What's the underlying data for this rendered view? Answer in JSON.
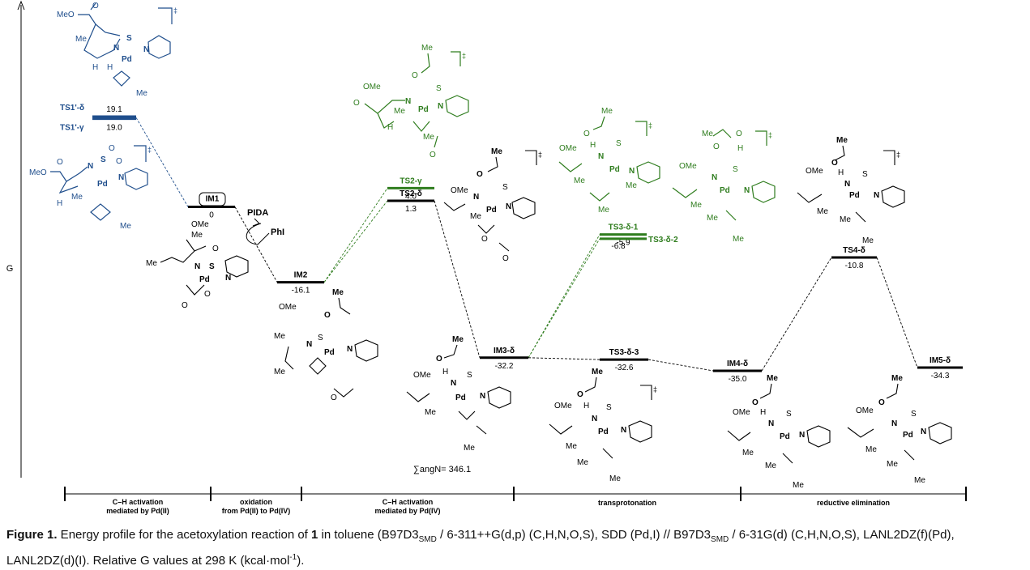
{
  "chart_data": {
    "type": "energy-profile",
    "ylabel": "G",
    "ylim": [
      -40,
      24
    ],
    "states": [
      {
        "label": "TS1'-δ",
        "value": 19.1,
        "value_text": "19.1",
        "color": "#1f4e8c"
      },
      {
        "label": "TS1'-γ",
        "value": 19.0,
        "value_text": "19.0",
        "color": "#1f4e8c"
      },
      {
        "label": "IM1",
        "value": 0,
        "value_text": "0",
        "color": "#000000"
      },
      {
        "label": "IM2",
        "value": -16.1,
        "value_text": "-16.1",
        "color": "#000000"
      },
      {
        "label": "TS2-γ",
        "value": 4.0,
        "value_text": "4.0",
        "color": "#2f7d1e"
      },
      {
        "label": "TS2-δ",
        "value": 1.3,
        "value_text": "1.3",
        "color": "#000000"
      },
      {
        "label": "IM3-δ",
        "value": -32.2,
        "value_text": "-32.2",
        "color": "#000000"
      },
      {
        "label": "TS3-δ-1",
        "value": -5.9,
        "value_text": "-5.9",
        "color": "#2f7d1e"
      },
      {
        "label": "TS3-δ-2",
        "value": -6.8,
        "value_text": "-6.8",
        "color": "#2f7d1e"
      },
      {
        "label": "TS3-δ-3",
        "value": -32.6,
        "value_text": "-32.6",
        "color": "#000000"
      },
      {
        "label": "IM4-δ",
        "value": -35.0,
        "value_text": "-35.0",
        "color": "#000000"
      },
      {
        "label": "TS4-δ",
        "value": -10.8,
        "value_text": "-10.8",
        "color": "#000000"
      },
      {
        "label": "IM5-δ",
        "value": -34.3,
        "value_text": "-34.3",
        "color": "#000000"
      }
    ],
    "connections": [
      {
        "from": "TS1'-δ",
        "to": "IM1",
        "color": "#1f4e8c"
      },
      {
        "from": "IM1",
        "to": "IM2",
        "color": "#000000"
      },
      {
        "from": "IM2",
        "to": "TS2-γ",
        "color": "#2f7d1e"
      },
      {
        "from": "IM2",
        "to": "TS2-δ",
        "color": "#2f7d1e"
      },
      {
        "from": "TS2-δ",
        "to": "IM3-δ",
        "color": "#000000"
      },
      {
        "from": "IM3-δ",
        "to": "TS3-δ-1",
        "color": "#2f7d1e"
      },
      {
        "from": "IM3-δ",
        "to": "TS3-δ-2",
        "color": "#2f7d1e"
      },
      {
        "from": "IM3-δ",
        "to": "TS3-δ-3",
        "color": "#000000"
      },
      {
        "from": "TS3-δ-3",
        "to": "IM4-δ",
        "color": "#000000"
      },
      {
        "from": "IM4-δ",
        "to": "TS4-δ",
        "color": "#000000"
      },
      {
        "from": "TS4-δ",
        "to": "IM5-δ",
        "color": "#000000"
      }
    ],
    "annotations": {
      "pida": "PIDA",
      "phi": "PhI",
      "sum_angle": "∑angN= 346.1"
    },
    "stages": [
      {
        "label_line1": "C–H activation",
        "label_line2": "mediated by Pd(II)"
      },
      {
        "label_line1": "oxidation",
        "label_line2": "from Pd(II) to Pd(IV)"
      },
      {
        "label_line1": "C–H activation",
        "label_line2": "mediated by Pd(IV)"
      },
      {
        "label_line1": "transprotonation",
        "label_line2": ""
      },
      {
        "label_line1": "reductive elimination",
        "label_line2": ""
      }
    ]
  },
  "caption": {
    "figure_label": "Figure 1.",
    "text_part1": " Energy profile for the acetoxylation reaction of ",
    "compound": "1",
    "text_part2": " in toluene (B97D3",
    "sub1": "SMD",
    "text_part3": " / 6-311++G(d,p) (C,H,N,O,S), SDD (Pd,I) // B97D3",
    "sub2": "SMD",
    "text_part4": " / 6-31G(d) (C,H,N,O,S), LANL2DZ(f)(Pd), LANL2DZ(d)(I). Relative G values at 298 K (kcal·mol",
    "sup": "-1",
    "text_part5": ")."
  }
}
